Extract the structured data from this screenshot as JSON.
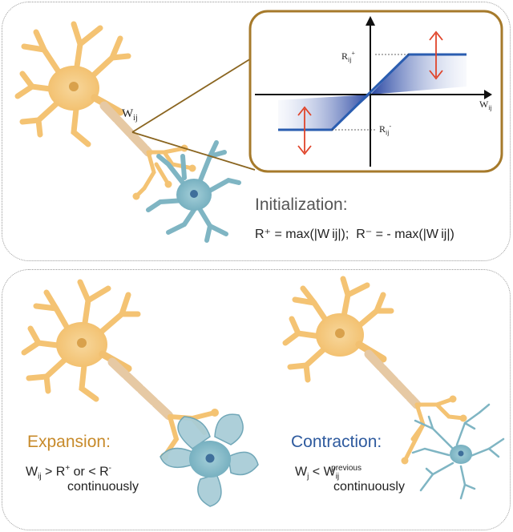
{
  "top_panel": {
    "weight_label": {
      "main": "W",
      "sub": "ij"
    },
    "inset": {
      "upper_bound_label": {
        "main": "R",
        "sub": "ij",
        "sup": "+"
      },
      "lower_bound_label": {
        "main": "R",
        "sub": "ij",
        "sup": "-"
      },
      "x_axis_label": {
        "main": "W",
        "sub": "ij"
      }
    },
    "initialization": {
      "title": "Initialization:",
      "plus_formula": "R⁺ = max(|W ij|);",
      "minus_formula": "R⁻ = - max(|W ij|)"
    }
  },
  "bottom_panel": {
    "expansion": {
      "title": "Expansion:",
      "w": "W",
      "w_sub": "ij",
      "condition": " > R",
      "plus": "+",
      "or": " or < R",
      "minus": "-",
      "continuously": "continuously"
    },
    "contraction": {
      "title": "Contraction:",
      "w": "W",
      "w_sub": "j",
      "lt": " < W",
      "prev_sub": "ij",
      "prev_sup": "previous",
      "continuously": "continuously"
    }
  },
  "colors": {
    "neuron_orange": "#f4c373",
    "neuron_orange_dark": "#e0a54a",
    "neuron_blue": "#7fb5c3",
    "neuron_blue_dark": "#5a98aa",
    "inset_border": "#a67a2b",
    "zoom_line": "#8a6520",
    "blue_line": "#2a5db0",
    "red_arrow": "#e0452b",
    "expansion_title": "#c78a2a",
    "contraction_title": "#2e5a9e",
    "init_title": "#555555"
  }
}
